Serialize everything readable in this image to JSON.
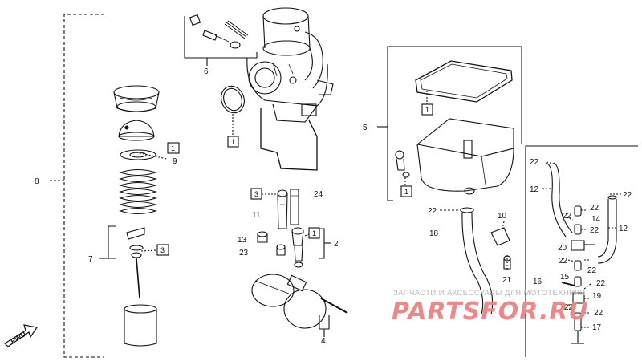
{
  "parts": {
    "p1": "1",
    "p2": "2",
    "p3": "3",
    "p4": "4",
    "p5": "5",
    "p6": "6",
    "p7": "7",
    "p8": "8",
    "p9": "9",
    "p10": "10",
    "p11": "11",
    "p12": "12",
    "p13": "13",
    "p14": "14",
    "p15": "15",
    "p16": "16",
    "p17": "17",
    "p18": "18",
    "p19": "19",
    "p20": "20",
    "p21": "21",
    "p22": "22",
    "p23": "23",
    "p24": "24"
  },
  "fwd_label": "FWD",
  "watermark": {
    "top": "ЗАПЧАСТИ И АКСЕССУАРЫ ДЛЯ МОТОТЕХНИКИ",
    "brand": "PARTSFOR.RU"
  },
  "colors": {
    "ink": "#111111",
    "watermark_text": "#b9b9b9",
    "watermark_brand": "#e98a8a"
  }
}
